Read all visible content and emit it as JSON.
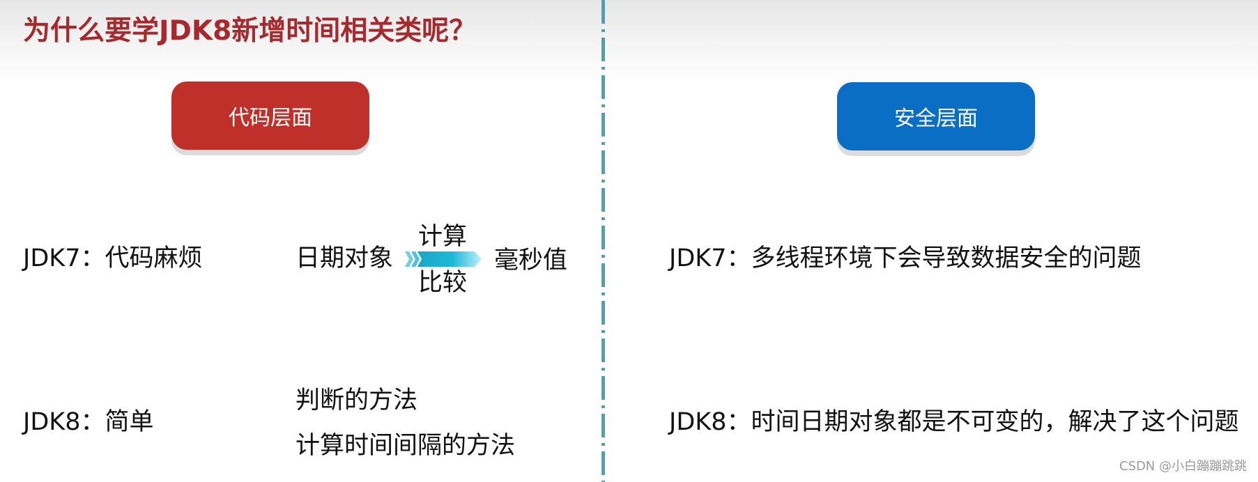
{
  "title": "为什么要学JDK8新增时间相关类呢？",
  "left": {
    "header": "代码层面",
    "jdk7_label": "JDK7：代码麻烦",
    "diagram": {
      "from": "日期对象",
      "top": "计算",
      "bottom": "比较",
      "to": "毫秒值"
    },
    "jdk8_label": "JDK8：简单",
    "jdk8_points": [
      "判断的方法",
      "计算时间间隔的方法"
    ]
  },
  "right": {
    "header": "安全层面",
    "jdk7_text": "JDK7：多线程环境下会导致数据安全的问题",
    "jdk8_text": "JDK8：时间日期对象都是不可变的，解决了这个问题"
  },
  "watermark": "CSDN @小白蹦蹦跳跳",
  "colors": {
    "title": "#a6292e",
    "red_pill": "#c0302b",
    "blue_pill": "#0a6ec5",
    "divider": "#4aa3b5",
    "arrow": "#19b3d2"
  }
}
